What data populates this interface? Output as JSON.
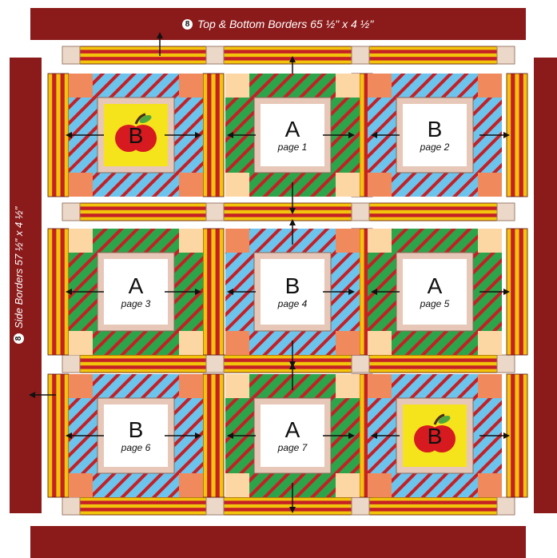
{
  "borders": {
    "top_bottom": {
      "number": "8",
      "label": "Top & Bottom Borders 65 ½\" x 4 ½\""
    },
    "side": {
      "number": "8",
      "label": "Side Borders 57 ½\" x 4 ½\""
    }
  },
  "blocks": [
    {
      "letter": "B",
      "page": "",
      "style": "apple",
      "theme": "blue"
    },
    {
      "letter": "A",
      "page": "page 1",
      "style": "plain",
      "theme": "green"
    },
    {
      "letter": "B",
      "page": "page 2",
      "style": "plain",
      "theme": "blue"
    },
    {
      "letter": "A",
      "page": "page 3",
      "style": "plain",
      "theme": "green"
    },
    {
      "letter": "B",
      "page": "page 4",
      "style": "plain",
      "theme": "blue"
    },
    {
      "letter": "A",
      "page": "page 5",
      "style": "plain",
      "theme": "green"
    },
    {
      "letter": "B",
      "page": "page 6",
      "style": "plain",
      "theme": "blue"
    },
    {
      "letter": "A",
      "page": "page 7",
      "style": "plain",
      "theme": "green"
    },
    {
      "letter": "B",
      "page": "",
      "style": "apple",
      "theme": "blue"
    }
  ],
  "colors": {
    "border_red": "#8b1a1a",
    "sashing_yellow": "#f2c40c",
    "sashing_red": "#c42026",
    "cornerstone": "#ecd8c8",
    "blue_stripe": "#6cc3ec",
    "green_stripe": "#2da34a",
    "salmon": "#f08a5d",
    "peach": "#fcd7a4",
    "center_frame": "#e7c8b8",
    "center_light": "#ffffff",
    "apple_bg": "#f5e31b",
    "apple_red": "#d71920",
    "leaf_green": "#4fa83d"
  }
}
